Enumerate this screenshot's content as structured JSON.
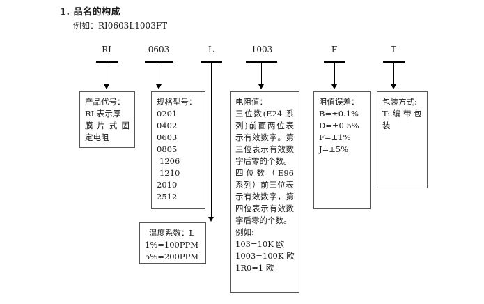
{
  "heading": {
    "number": "1.",
    "title": "品名的构成",
    "example_label": "例如：RI0603L1003FT"
  },
  "segments": [
    {
      "code": "RI",
      "name": "product-code"
    },
    {
      "code": "0603",
      "name": "size-code"
    },
    {
      "code": "L",
      "name": "temperature-coefficient-code"
    },
    {
      "code": "1003",
      "name": "resistance-value-code"
    },
    {
      "code": "F",
      "name": "tolerance-code"
    },
    {
      "code": "T",
      "name": "packaging-code"
    }
  ],
  "boxes": {
    "product_code": {
      "title": "产品代号：",
      "lines": [
        "RI 表示厚",
        "膜片式固",
        "定电阻"
      ]
    },
    "size": {
      "title": "规格型号：",
      "values": [
        "0201",
        "0402",
        "0603",
        "0805",
        "1206",
        "1210",
        "2010",
        "2512"
      ]
    },
    "temperature": {
      "title": "温度系数：L",
      "lines": [
        "1%=100PPM",
        "5%=200PPM"
      ]
    },
    "resistance": {
      "title": "电阻值：",
      "paragraph1": "三位数(E24 系列)前面两位表示有效数字。第三位表示有效数字后零的个数。",
      "paragraph2": "四位数（E96 系列）前三位表示有效数字，第四位表示有效数字后零的个数。",
      "example_label": "例如:",
      "examples": [
        "103=10K 欧",
        "1003=100K 欧",
        "1R0=1 欧"
      ]
    },
    "tolerance": {
      "title": "阻值误差：",
      "values": [
        "B=±0.1%",
        "D=±0.5%",
        "F=±1%",
        "J=±5%"
      ]
    },
    "packaging": {
      "title": "包装方式:",
      "lines": [
        "T: 编 带 包",
        "装"
      ]
    }
  }
}
